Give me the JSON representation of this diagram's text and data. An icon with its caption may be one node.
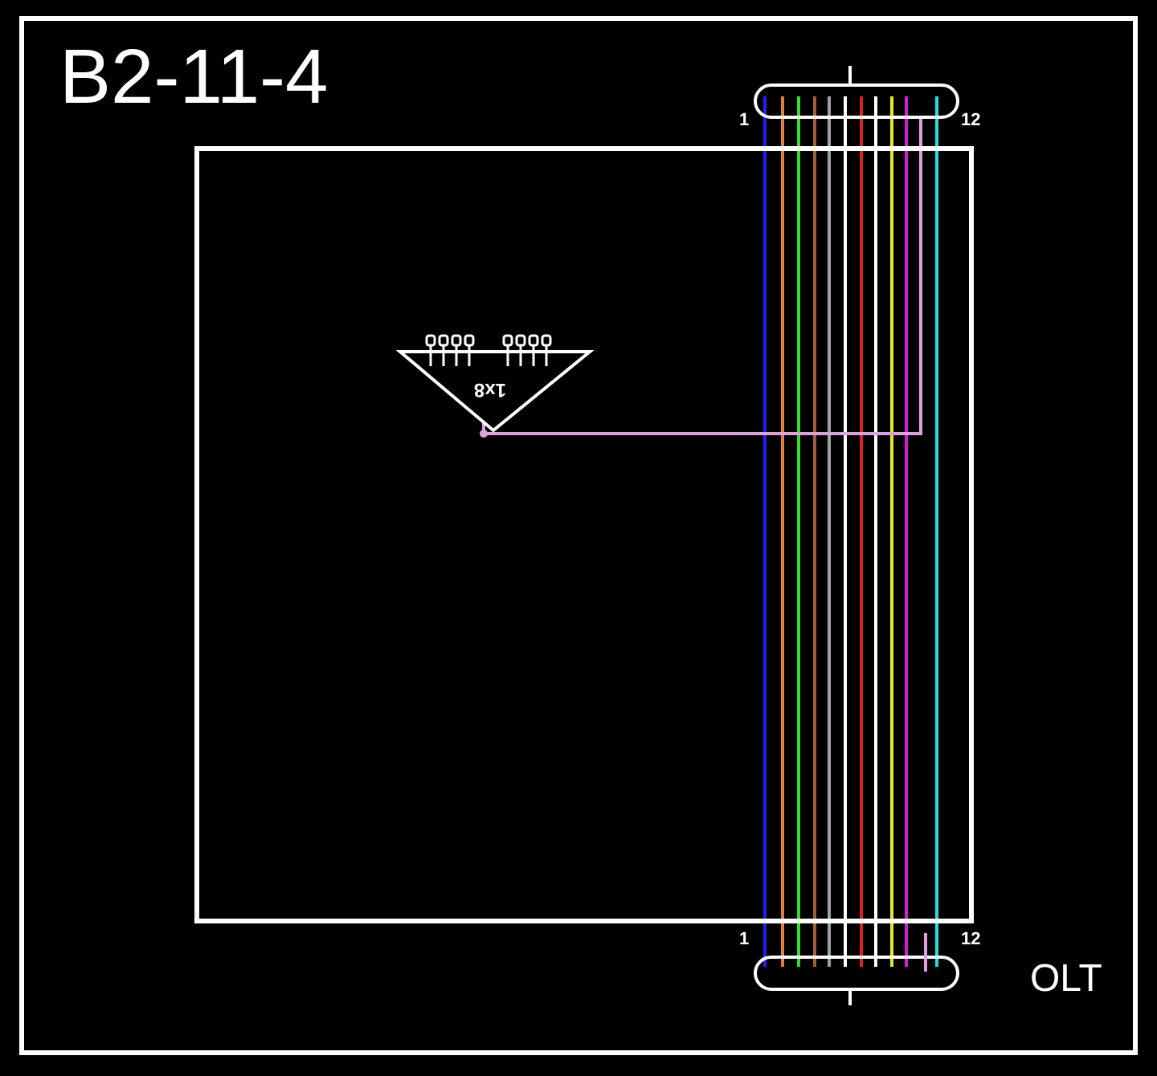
{
  "diagram": {
    "nodes": [
      {
        "text": [
          "B2-11-4"
        ]
      },
      {
        "text": [],
        "shape": "box",
        "in": 0
      },
      {
        "text": [
          "1x8"
        ],
        "in": 1
      },
      {
        "text": [],
        "shape": "box",
        "beside": [
          "1",
          "12"
        ],
        "in": 0
      },
      {
        "text": [],
        "shape": "box",
        "beside": [
          "1",
          "12"
        ],
        "in": 0
      }
    ],
    "edges": [
      {
        "from": 3,
        "to": 4,
        "arrow": "none",
        "color": "#2020ff"
      },
      {
        "from": 3,
        "to": 4,
        "arrow": "none",
        "color": "#e08040"
      },
      {
        "from": 3,
        "to": 4,
        "arrow": "none",
        "color": "#30e030"
      },
      {
        "from": 3,
        "to": 4,
        "arrow": "none",
        "color": "#a06030"
      },
      {
        "from": 3,
        "to": 4,
        "arrow": "none",
        "color": "#a0a0a0"
      },
      {
        "from": 3,
        "to": 4,
        "arrow": "none"
      },
      {
        "from": 3,
        "to": 4,
        "arrow": "none",
        "color": "#e02020"
      },
      {
        "from": 3,
        "to": 4,
        "arrow": "none"
      },
      {
        "from": 3,
        "to": 4,
        "arrow": "none",
        "color": "#e8e820"
      },
      {
        "from": 3,
        "to": 4,
        "arrow": "none",
        "color": "#d020d0"
      },
      {
        "from": 3,
        "to": 4,
        "arrow": "none",
        "color": "#20e0e0"
      },
      {
        "from": 2,
        "to": 3,
        "arrow": "none",
        "color": "#e0a0e0"
      }
    ],
    "labels": [
      "OLT"
    ]
  }
}
